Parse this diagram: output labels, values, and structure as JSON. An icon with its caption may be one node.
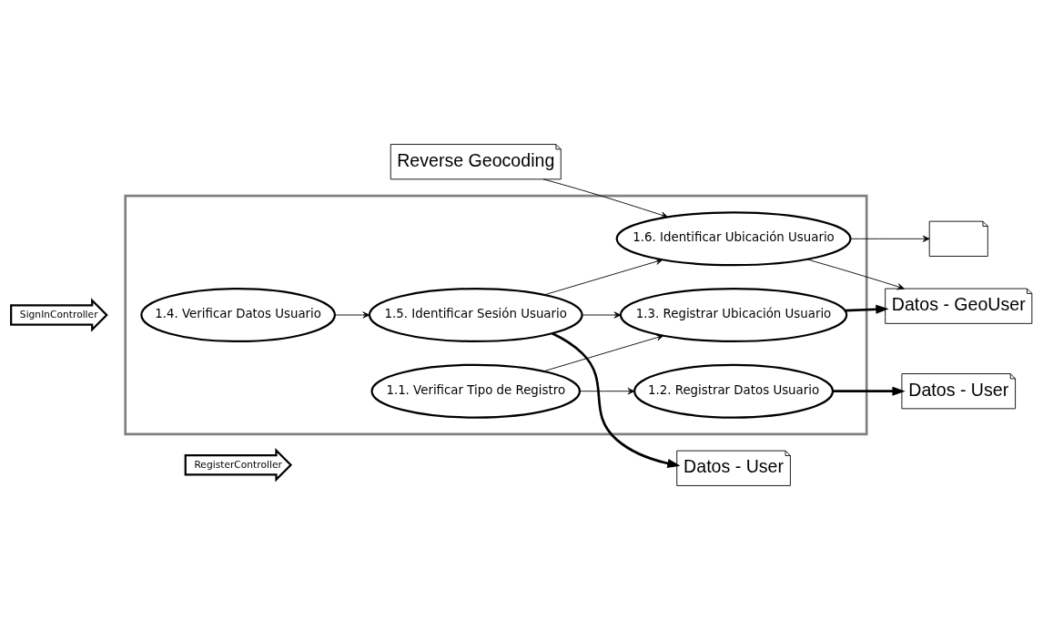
{
  "diagram": {
    "nodes": [
      {
        "text": [
          "Datos - User"
        ]
      },
      {
        "text": [
          "Datos - GeoUser"
        ]
      },
      {
        "text": [],
        "shape": "box"
      },
      {
        "text": [
          "1.2. Registrar Datos Usuario"
        ],
        "in": 2
      },
      {
        "text": [
          "RegisterController"
        ]
      },
      {
        "text": [
          "1.1. Verificar Tipo de Registro"
        ],
        "in": 2
      },
      {
        "text": [
          "1.3. Registrar Ubicación Usuario"
        ],
        "in": 2
      },
      {
        "text": [
          "1.6. Identificar Ubicación Usuario"
        ],
        "in": 2
      },
      {
        "text": [
          "SignInController"
        ]
      },
      {
        "text": [
          "1.4. Verificar Datos Usuario"
        ],
        "in": 2
      },
      {
        "text": [
          "1.5. Identificar Sesión Usuario"
        ],
        "in": 2
      },
      {
        "text": [
          "Datos - User"
        ]
      },
      {
        "text": [
          "Reverse Geocoding"
        ]
      },
      {
        "text": [],
        "shape": "note"
      }
    ],
    "edges": [
      {
        "from": 3,
        "to": 0,
        "arrow": "to",
        "style": "thick"
      },
      {
        "from": 5,
        "to": 3,
        "arrow": "to"
      },
      {
        "from": 5,
        "to": 6,
        "arrow": "to"
      },
      {
        "from": 6,
        "to": 1,
        "arrow": "to",
        "style": "thick"
      },
      {
        "from": 7,
        "to": 1,
        "arrow": "to"
      },
      {
        "from": 10,
        "to": 6,
        "arrow": "to"
      },
      {
        "from": 9,
        "to": 10,
        "arrow": "to"
      },
      {
        "from": 10,
        "to": 7,
        "arrow": "to"
      },
      {
        "from": 12,
        "to": 7,
        "arrow": "to"
      },
      {
        "from": 10,
        "to": 11,
        "arrow": "to",
        "style": "thick"
      },
      {
        "from": 7,
        "to": 13,
        "arrow": "to"
      }
    ]
  }
}
